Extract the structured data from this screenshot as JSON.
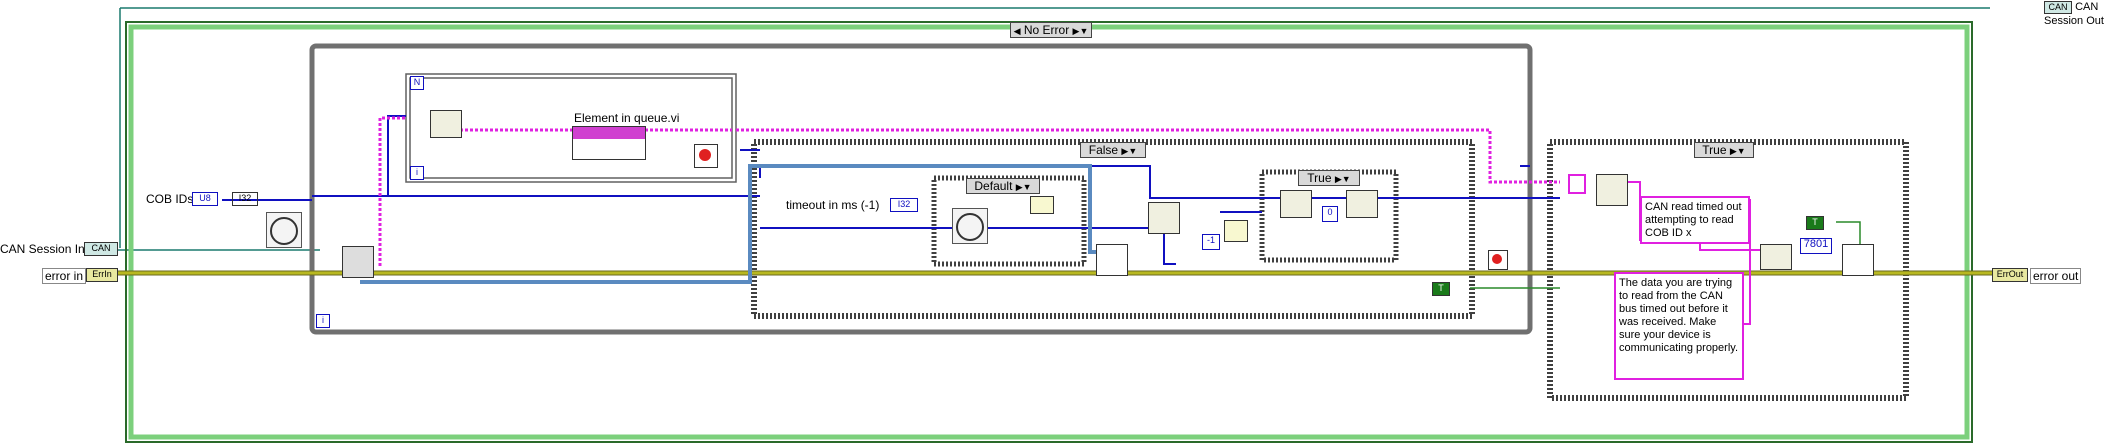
{
  "diagram": {
    "outer_case": {
      "selector": "No Error",
      "selector_left": "◀",
      "selector_right": "▶▼"
    },
    "inner_case_false": {
      "selector": "False"
    },
    "inner_case_default": {
      "selector": "Default"
    },
    "inner_case_true_small": {
      "selector": "True"
    },
    "right_case_true": {
      "selector": "True"
    },
    "labels": {
      "can_session_out": "CAN Session Out",
      "can_session_in": "CAN Session In",
      "error_in": "error in",
      "error_out": "error out",
      "cob_ids": "COB IDs",
      "element_in_queue": "Element in queue.vi",
      "timeout": "timeout in ms (-1)"
    },
    "constants": {
      "i32_a": "I32",
      "i32_b": "I32",
      "u8": "U8",
      "minus_one": "-1",
      "zero": "0",
      "true_const_a": "T",
      "true_const_b": "T",
      "num_7801": "7801",
      "loop_n": "N",
      "loop_i": "i",
      "loop_i2": "i",
      "error_in_term": "ErrIn",
      "error_out_term": "ErrOut",
      "session_in_term": "CAN",
      "session_out_term": "CAN"
    },
    "notes": {
      "timeout_msg": "CAN read timed out attempting to read COB ID x",
      "detail_msg": "The data you are trying to read from the CAN bus timed out before it was received. Make sure your device is communicating properly."
    },
    "colors": {
      "error_wire": "#c8c820",
      "session_wire": "#1a7a6e",
      "blue_wire": "#1010c0",
      "pink_wire": "#e020e0",
      "struct_border": "#606060",
      "case_border": "#70c060"
    }
  }
}
